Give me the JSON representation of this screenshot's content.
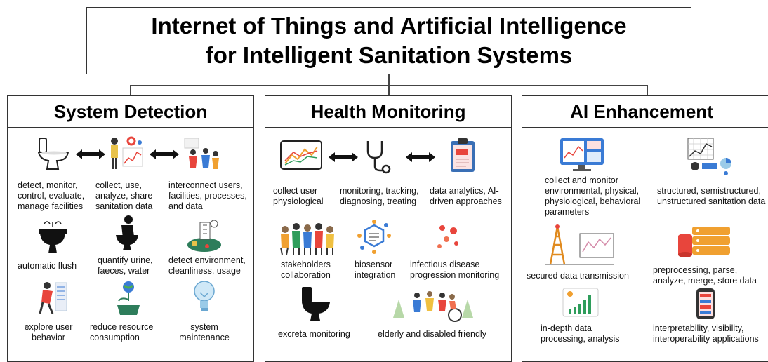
{
  "title": {
    "line1": "Internet of Things and Artificial Intelligence",
    "line2": "for Intelligent Sanitation Systems"
  },
  "panels": {
    "system_detection": {
      "header": "System Detection",
      "items": {
        "detect": "detect, monitor, control, evaluate, manage facilities",
        "collect": "collect, use, analyze, share sanitation data",
        "interconnect": "interconnect users, facilities, processes, and data",
        "flush": "automatic flush",
        "quantify": "quantify urine, faeces, water",
        "environment": "detect environment, cleanliness, usage",
        "explore": "explore user behavior",
        "reduce": "reduce resource consumption",
        "maintenance": "system maintenance"
      }
    },
    "health_monitoring": {
      "header": "Health Monitoring",
      "items": {
        "collect_user": "collect user physiological",
        "monitoring": "monitoring, tracking, diagnosing, treating",
        "analytics": "data analytics, AI-driven approaches",
        "stakeholders": "stakeholders collaboration",
        "biosensor": "biosensor integration",
        "infectious": "infectious disease progression monitoring",
        "excreta": "excreta monitoring",
        "elderly": "elderly and disabled friendly"
      }
    },
    "ai_enhancement": {
      "header": "AI Enhancement",
      "items": {
        "collect_monitor": "collect and monitor environmental, physical, physiological, behavioral parameters",
        "structured": "structured, semistructured, unstructured sanitation data",
        "secured": "secured data transmission",
        "preprocessing": "preprocessing, parse, analyze, merge, store data",
        "indepth": "in-depth data processing, analysis",
        "interpretability": "interpretability, visibility, interoperability applications"
      }
    }
  },
  "colors": {
    "border": "#333333",
    "accent_red": "#e8453c",
    "accent_blue": "#3a7bd5",
    "accent_orange": "#f0a030"
  }
}
